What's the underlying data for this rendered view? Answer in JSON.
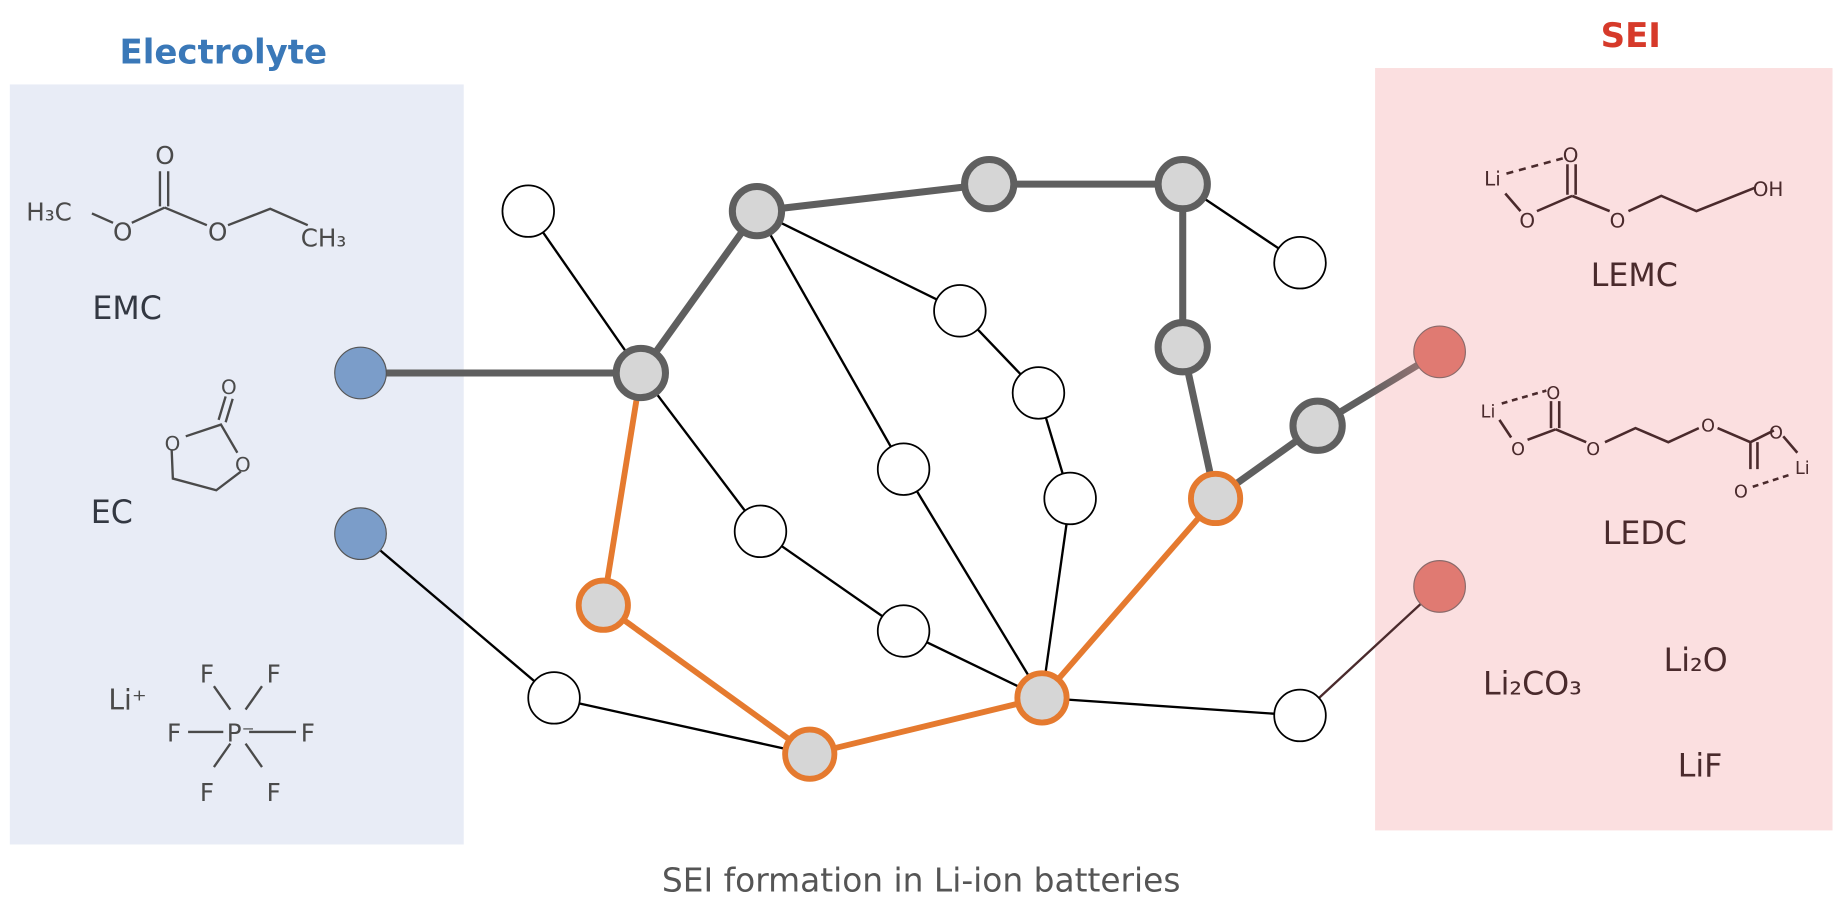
{
  "electrolyte": {
    "title": "Electrolyte",
    "emc": {
      "label": "EMC",
      "atoms": {
        "h3c": "H₃C",
        "o1": "O",
        "o_top": "O",
        "o2": "O",
        "ch3": "CH₃"
      }
    },
    "ec": {
      "label": "EC",
      "atoms": {
        "o_top": "O",
        "o_left": "O",
        "o_right": "O"
      }
    },
    "lipf6": {
      "cation": "Li⁺",
      "p": "P⁻",
      "f": "F"
    }
  },
  "sei": {
    "title": "SEI",
    "lemc": {
      "label": "LEMC",
      "atoms": {
        "li": "Li",
        "o_top": "O",
        "o_left": "O",
        "o_mid": "O",
        "oh": "OH"
      }
    },
    "ledc": {
      "label": "LEDC",
      "atoms": {
        "li1": "Li",
        "o_top": "O",
        "o_left": "O",
        "o_mid1": "O",
        "o_mid2": "O",
        "o_right": "O",
        "o_bottom": "O",
        "li2": "Li"
      }
    },
    "li2co3": "Li₂CO₃",
    "li2o": "Li₂O",
    "lif": "LiF"
  },
  "caption": "SEI formation in Li-ion batteries",
  "colors": {
    "electrolyte_title": "#3a78b8",
    "sei_title": "#d63a2a",
    "electrolyte_panel": "#e8ecf6",
    "sei_panel": "#fbdfe0",
    "electrolyte_node": "#7b9dc9",
    "sei_node": "#e07a72",
    "path_gray": "#5f5f5f",
    "path_orange": "#e57a2f",
    "node_gray_fill": "#d6d6d6"
  }
}
